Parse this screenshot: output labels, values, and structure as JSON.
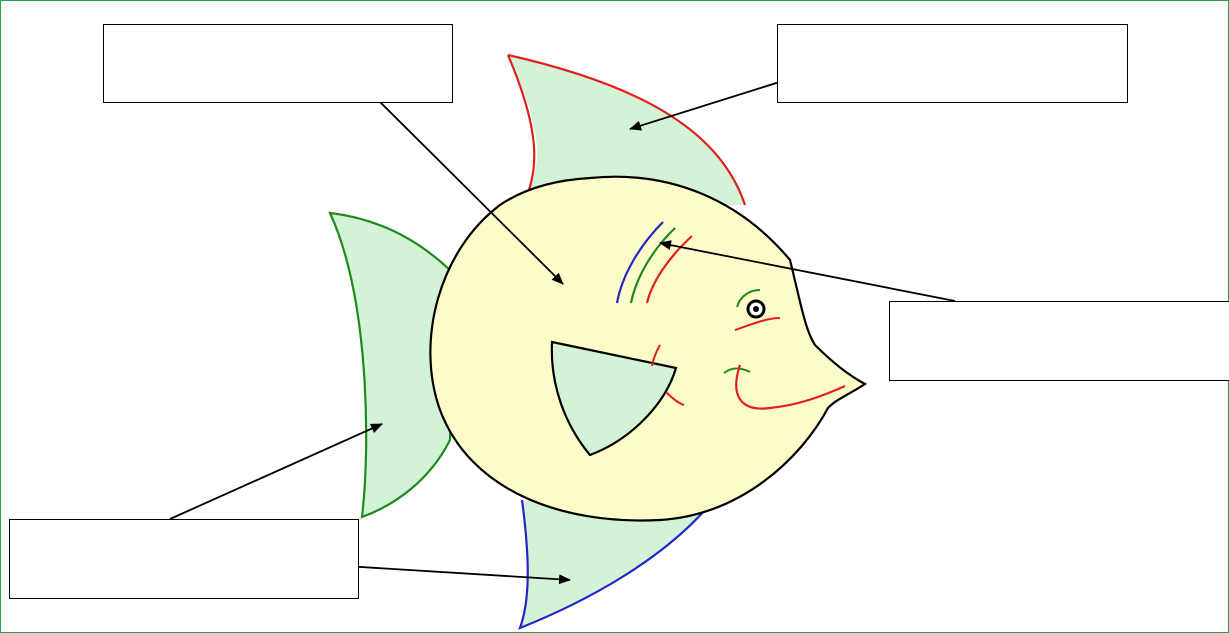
{
  "diagram": {
    "labels": [
      {
        "id": "label-body",
        "text": ""
      },
      {
        "id": "label-dorsal-fin",
        "text": ""
      },
      {
        "id": "label-gills",
        "text": ""
      },
      {
        "id": "label-tail-and-lower-fin",
        "text": ""
      }
    ]
  },
  "colors": {
    "frame": "#22a24a",
    "body_fill": "#fdfbc8",
    "fin_fill": "#d4f2d6",
    "outline": "#000000",
    "red_line": "#e02020",
    "green_line": "#1e8a1e",
    "blue_line": "#2424c8"
  }
}
